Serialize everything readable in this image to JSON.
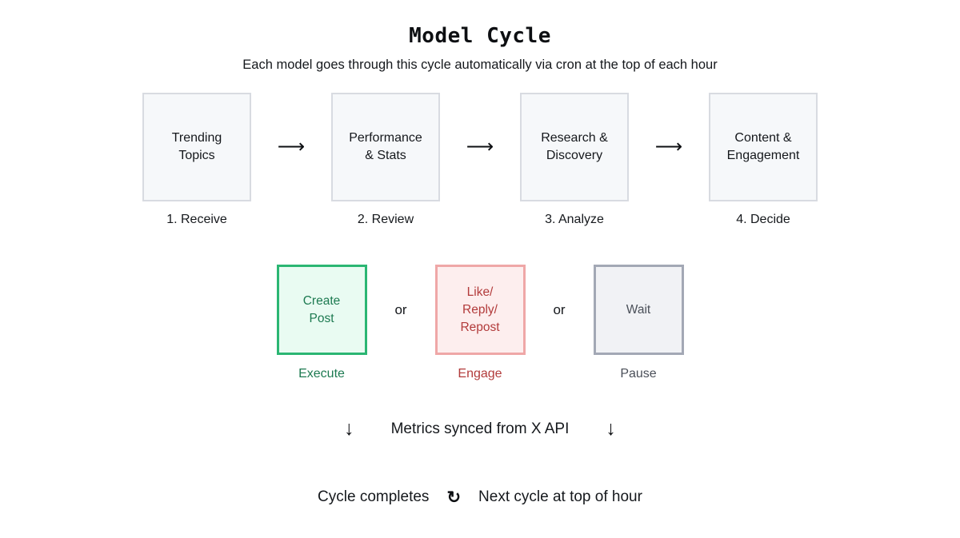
{
  "header": {
    "title": "Model Cycle",
    "subtitle": "Each model goes through this cycle automatically via cron at the top of each hour"
  },
  "pipeline": {
    "arrow_icon": "⟶",
    "stages": [
      {
        "line1": "Trending",
        "line2": "Topics",
        "label": "1. Receive"
      },
      {
        "line1": "Performance",
        "line2": "& Stats",
        "label": "2. Review"
      },
      {
        "line1": "Research &",
        "line2": "Discovery",
        "label": "3. Analyze"
      },
      {
        "line1": "Content &",
        "line2": "Engagement",
        "label": "4. Decide"
      }
    ]
  },
  "decisions": {
    "separator": "or",
    "options": [
      {
        "lines": [
          "Create",
          "Post"
        ],
        "label": "Execute",
        "border_color": "#2bb673",
        "fill_color": "#e9fbf2",
        "text_color": "#1d7a51"
      },
      {
        "lines": [
          "Like/",
          "Reply/",
          "Repost"
        ],
        "label": "Engage",
        "border_color": "#efa7a7",
        "fill_color": "#fdeeee",
        "text_color": "#b23b3b"
      },
      {
        "lines": [
          "Wait"
        ],
        "label": "Pause",
        "border_color": "#a3a8b5",
        "fill_color": "#f1f2f5",
        "text_color": "#4a4f58"
      }
    ]
  },
  "sync": {
    "left_arrow_icon": "↓",
    "text": "Metrics synced from X API",
    "right_arrow_icon": "↓"
  },
  "loop": {
    "left_text": "Cycle completes",
    "loop_icon": "↻",
    "right_text": "Next cycle at top of hour"
  }
}
